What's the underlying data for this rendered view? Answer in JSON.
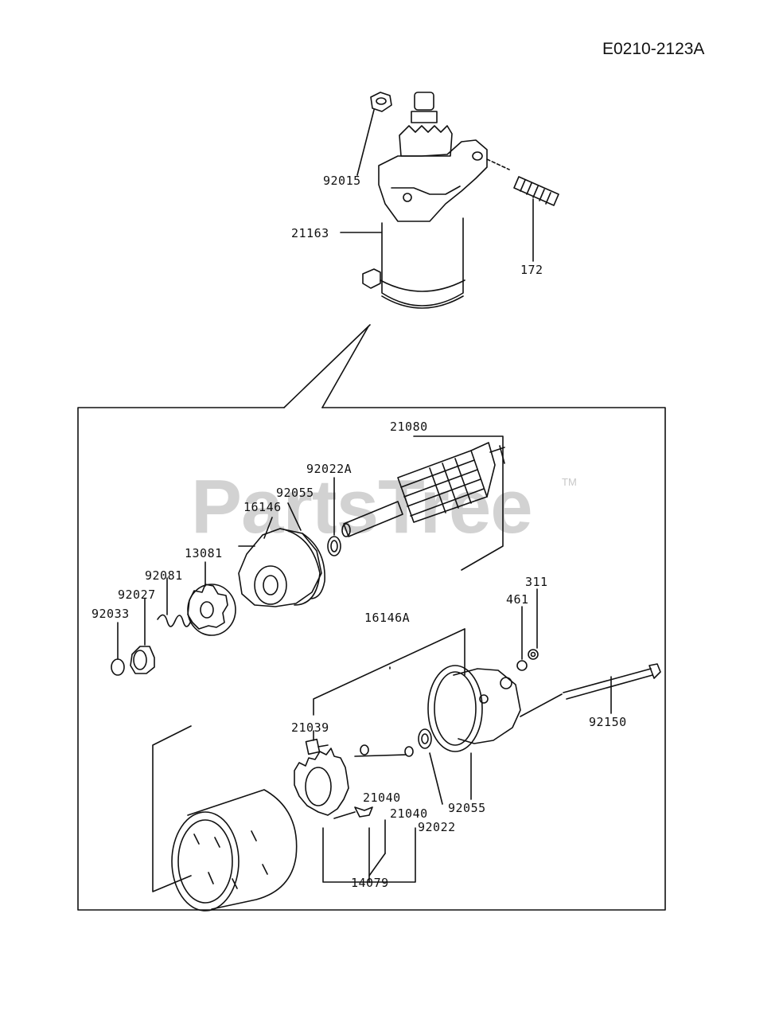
{
  "diagram_code": "E0210-2123A",
  "watermark": {
    "text": "PartsTree",
    "tm": "TM"
  },
  "parts": {
    "p92015": "92015",
    "p21163": "21163",
    "p172": "172",
    "p21080": "21080",
    "p92022A": "92022A",
    "p92055_top": "92055",
    "p16146": "16146",
    "p13081": "13081",
    "p92081": "92081",
    "p92027": "92027",
    "p92033": "92033",
    "p311": "311",
    "p461": "461",
    "p16146A": "16146A",
    "p21039": "21039",
    "p92150": "92150",
    "p21040_a": "21040",
    "p21040_b": "21040",
    "p92055_bottom": "92055",
    "p92022": "92022",
    "p14079": "14079"
  }
}
